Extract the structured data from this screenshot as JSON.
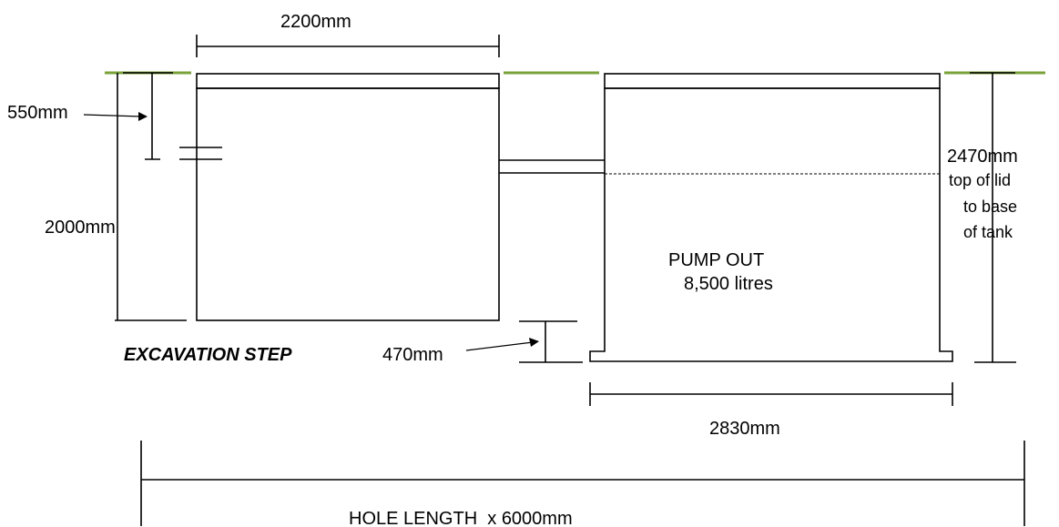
{
  "labels": {
    "tank_width": "2200mm",
    "depth_550": "550mm",
    "depth_2000": "2000mm",
    "depth_2470": "2470mm",
    "depth_2470_note_1": "top of lid",
    "depth_2470_note_2": "to base",
    "depth_2470_note_3": "of tank",
    "pump_out_title": "PUMP OUT",
    "pump_out_volume": "8,500 litres",
    "excavation_step": "EXCAVATION STEP",
    "step_height": "470mm",
    "pump_width": "2830mm",
    "hole_length": "HOLE LENGTH  x 6000mm"
  },
  "colors": {
    "ground_line": "#7aa23a",
    "line": "#000000"
  }
}
